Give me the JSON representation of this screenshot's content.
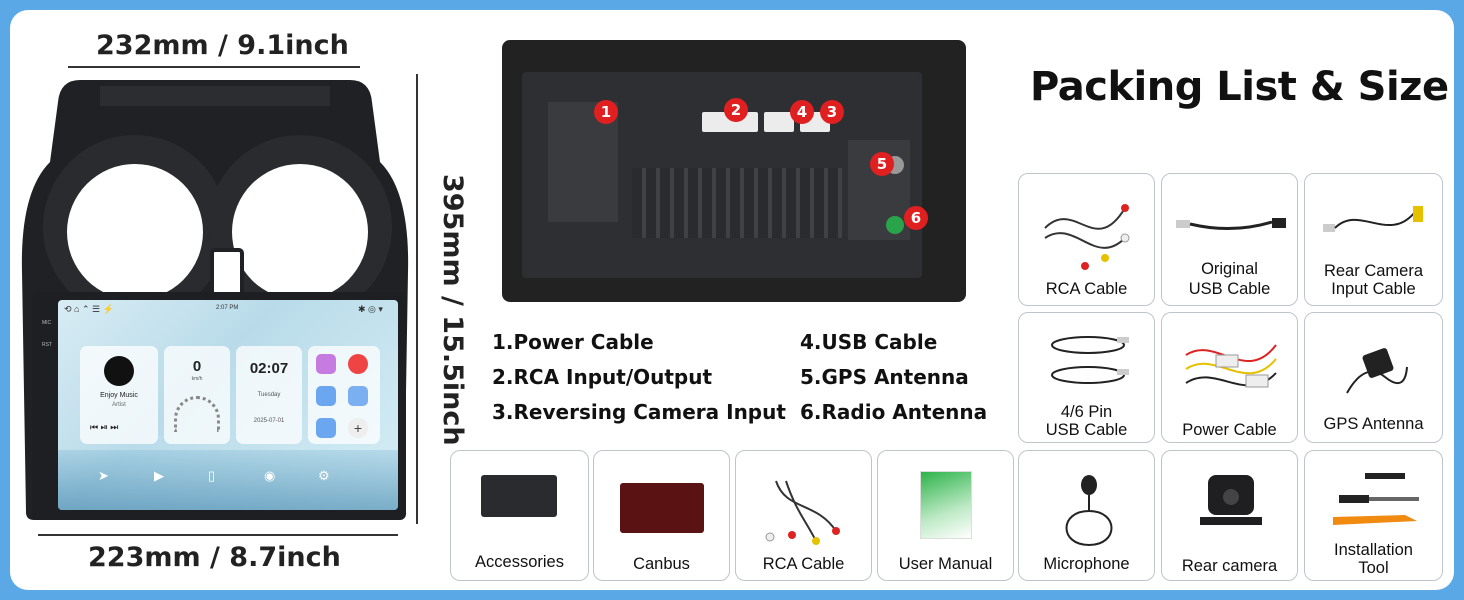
{
  "dimensions": {
    "top_width": "232mm / 9.1inch",
    "height": "395mm / 15.5inch",
    "bottom_width": "223mm / 8.7inch"
  },
  "screen": {
    "time": "2:07 PM",
    "music_title": "Enjoy Music",
    "music_artist": "Artist",
    "speed_value": "0",
    "speed_unit": "km/h",
    "clock": "02:07",
    "day": "Tuesday",
    "date": "2025-07-01",
    "mic_label": "MIC",
    "rst_label": "RST"
  },
  "back_panel": {
    "badges": [
      "1",
      "2",
      "4",
      "3",
      "5",
      "6"
    ]
  },
  "ports_list": [
    "1.Power Cable",
    "2.RCA Input/Output",
    "3.Reversing Camera Input",
    "4.USB Cable",
    "5.GPS Antenna",
    "6.Radio Antenna"
  ],
  "title": "Packing List & Size",
  "items": {
    "rca_cable_top": "RCA Cable",
    "original_usb_line1": "Original",
    "original_usb_line2": "USB Cable",
    "rear_camera_input_line1": "Rear Camera",
    "rear_camera_input_line2": "Input Cable",
    "usb_46_line1": "4/6 Pin",
    "usb_46_line2": "USB Cable",
    "power_cable": "Power Cable",
    "gps_antenna": "GPS Antenna",
    "accessories": "Accessories",
    "canbus": "Canbus",
    "rca_cable_bottom": "RCA Cable",
    "user_manual": "User Manual",
    "microphone": "Microphone",
    "rear_camera": "Rear camera",
    "installation_line1": "Installation",
    "installation_line2": "Tool"
  },
  "colors": {
    "badge": "#e02020",
    "background": "#5aa9e6",
    "border": "#bfc5cc"
  }
}
